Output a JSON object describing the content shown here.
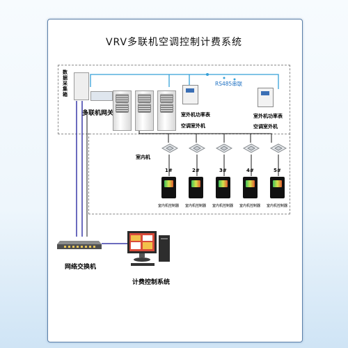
{
  "title": "VRV多联机空调控制计费系统",
  "labels": {
    "data_collector": "数据采集箱",
    "gateway": "多联机网关",
    "rs485": "RS485串联",
    "meter_label_1": "室外机功率表",
    "outdoor_label_1": "空调室外机",
    "meter_label_2": "室外机功率表",
    "outdoor_label_2": "空调室外机",
    "indoor_unit": "室内机",
    "switch": "网络交换机",
    "billing": "计费控制系统"
  },
  "indoor_units": [
    {
      "num": "1#",
      "ctrl_label": "室内机控制器"
    },
    {
      "num": "2#",
      "ctrl_label": "室内机控制器"
    },
    {
      "num": "3#",
      "ctrl_label": "室内机控制器"
    },
    {
      "num": "4#",
      "ctrl_label": "室内机控制器"
    },
    {
      "num": "5#",
      "ctrl_label": "室内机控制器"
    }
  ],
  "colors": {
    "network_line": "#3a3aa8",
    "rs485_line": "#35a0d8",
    "bus_line": "#1a1a1a",
    "accent": "#1c6fc2"
  }
}
